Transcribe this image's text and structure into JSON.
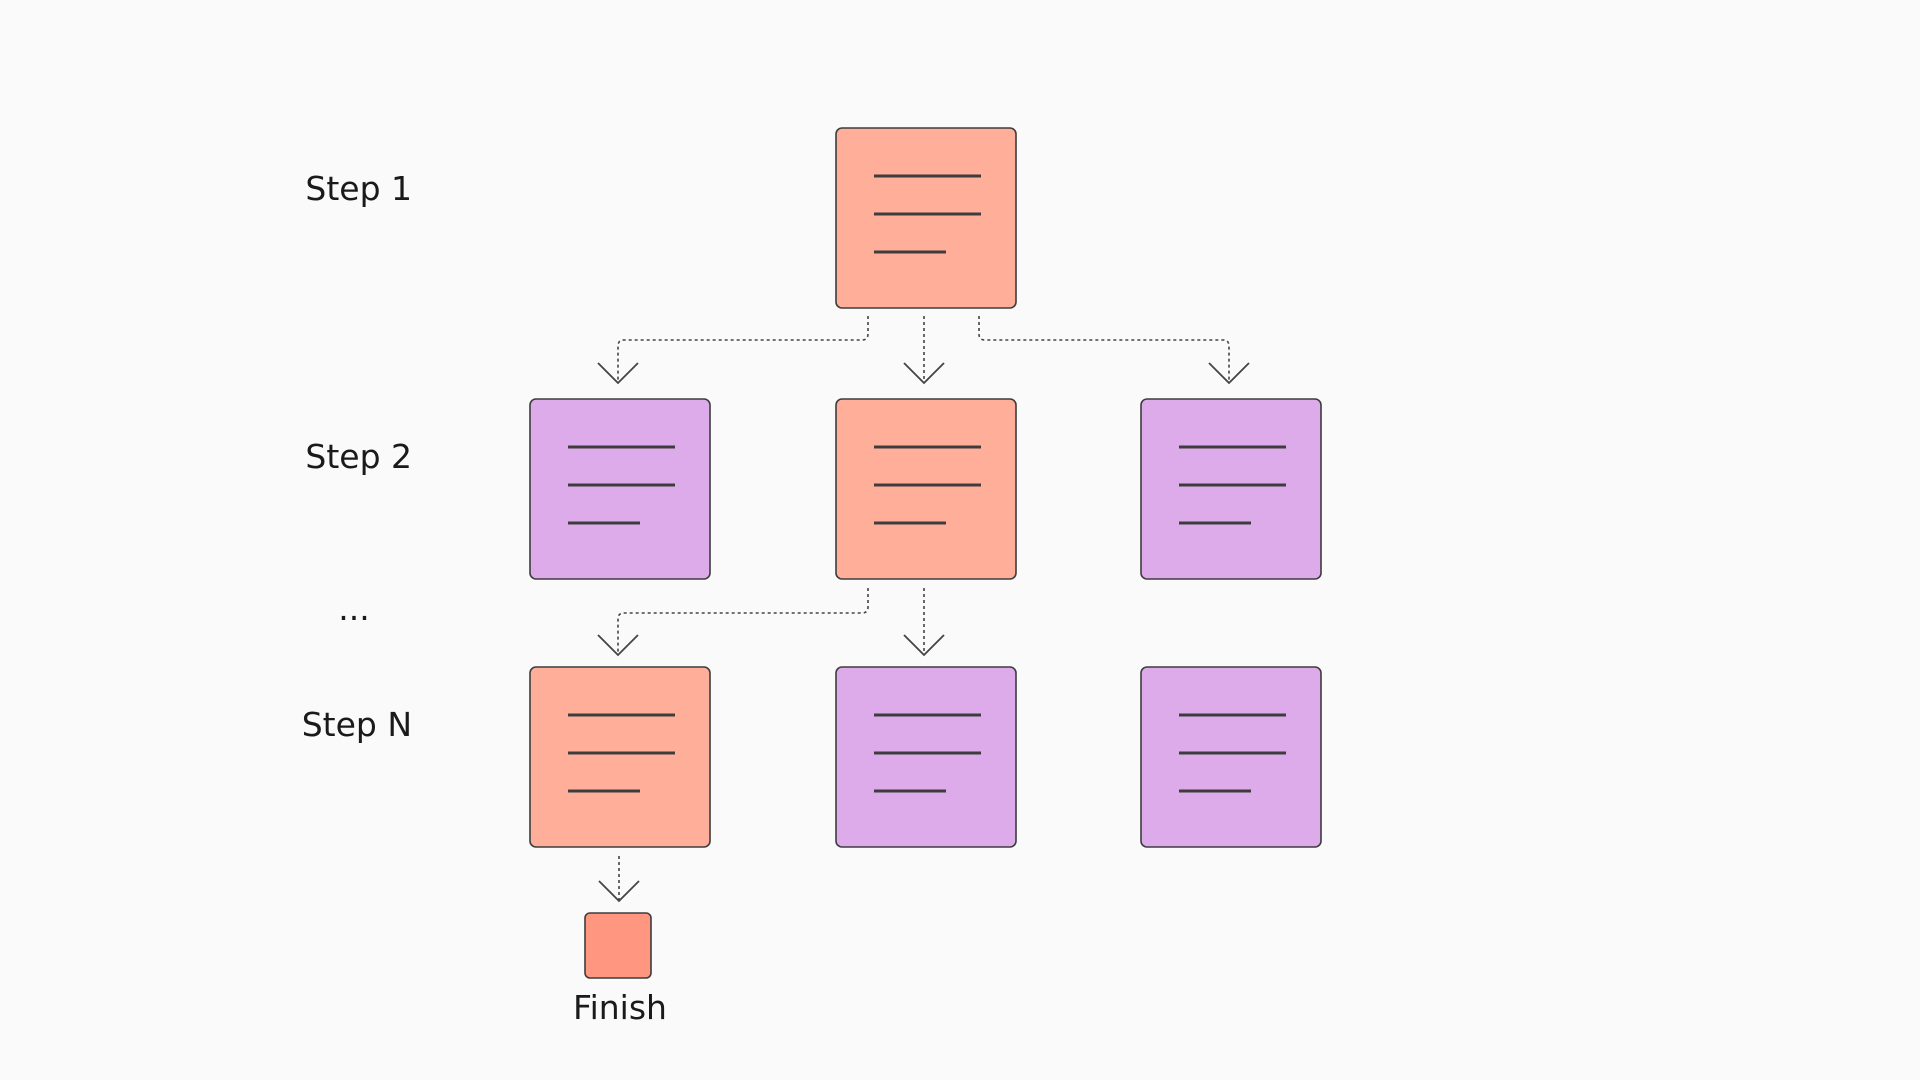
{
  "colors": {
    "background": "#fafafa",
    "selected_fill": "#ffae99",
    "candidate_fill": "#ddaaea",
    "finish_fill": "#ff9680",
    "stroke": "#3d3d3d",
    "arrow": "#444444"
  },
  "rows": [
    {
      "label": "Step 1"
    },
    {
      "label": "Step 2"
    },
    {
      "label": "..."
    },
    {
      "label": "Step N"
    }
  ],
  "nodes": [
    {
      "id": "step1-selected",
      "kind": "selected",
      "icon": "document-lines-icon"
    },
    {
      "id": "step2-a",
      "kind": "candidate",
      "icon": "document-lines-icon"
    },
    {
      "id": "step2-b",
      "kind": "selected",
      "icon": "document-lines-icon"
    },
    {
      "id": "step2-c",
      "kind": "candidate",
      "icon": "document-lines-icon"
    },
    {
      "id": "stepN-a",
      "kind": "selected",
      "icon": "document-lines-icon"
    },
    {
      "id": "stepN-b",
      "kind": "candidate",
      "icon": "document-lines-icon"
    },
    {
      "id": "stepN-c",
      "kind": "candidate",
      "icon": "document-lines-icon"
    }
  ],
  "edges": [
    {
      "from": "step1-selected",
      "to": "step2-a"
    },
    {
      "from": "step1-selected",
      "to": "step2-b"
    },
    {
      "from": "step1-selected",
      "to": "step2-c"
    },
    {
      "from": "step2-b",
      "to": "stepN-a"
    },
    {
      "from": "step2-b",
      "to": "stepN-b"
    },
    {
      "from": "stepN-a",
      "to": "finish"
    }
  ],
  "finish": {
    "label": "Finish"
  }
}
